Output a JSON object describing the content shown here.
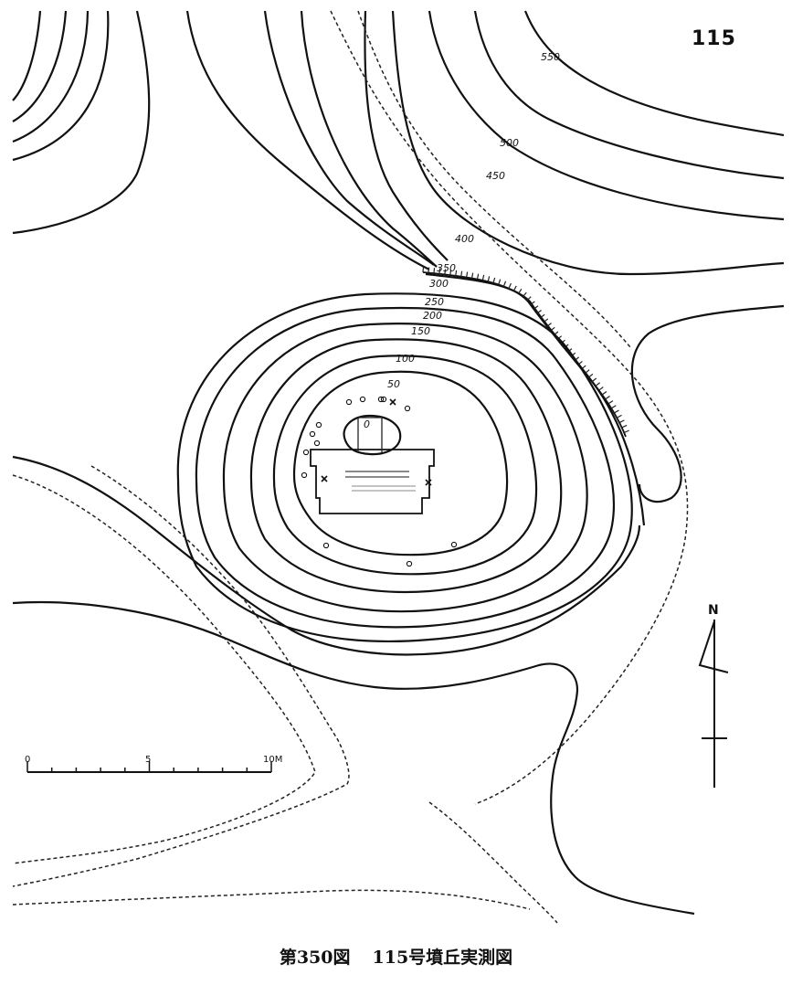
{
  "page_number": "115",
  "caption": {
    "figure_no": "第350図",
    "title": "115号墳丘実測図"
  },
  "contour_labels": [
    "550",
    "500",
    "450",
    "400",
    "350",
    "300",
    "250",
    "200",
    "150",
    "100",
    "50",
    "0"
  ],
  "scale_bar": {
    "tick_labels": [
      "0",
      "5",
      "10M"
    ]
  },
  "north_arrow": {
    "label": "N"
  }
}
